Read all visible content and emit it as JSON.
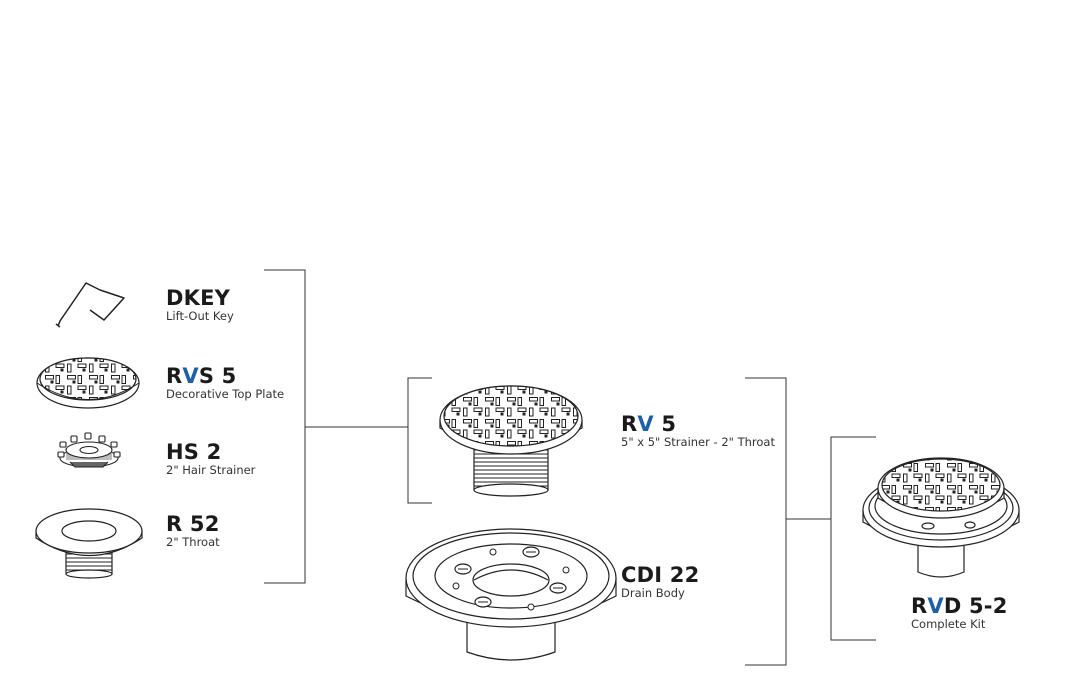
{
  "accent_color": "#1f5fa8",
  "line_color": "#333333",
  "parts": [
    {
      "id": "dkey",
      "code_pre": "DKEY",
      "code_accent": "",
      "code_post": "",
      "description": "Lift-Out Key",
      "icon": "lift-out-key-icon"
    },
    {
      "id": "rvs5",
      "code_pre": "R",
      "code_accent": "V",
      "code_post": "S 5",
      "description": "Decorative Top Plate",
      "icon": "decorative-top-plate-icon"
    },
    {
      "id": "hs2",
      "code_pre": "HS 2",
      "code_accent": "",
      "code_post": "",
      "description": "2\" Hair Strainer",
      "icon": "hair-strainer-icon"
    },
    {
      "id": "r52",
      "code_pre": "R 52",
      "code_accent": "",
      "code_post": "",
      "description": "2\" Throat",
      "icon": "throat-icon"
    },
    {
      "id": "rv5",
      "code_pre": "R",
      "code_accent": "V",
      "code_post": " 5",
      "description": "5\" x 5\" Strainer - 2\" Throat",
      "icon": "strainer-assembly-icon"
    },
    {
      "id": "cdi22",
      "code_pre": "CDI 22",
      "code_accent": "",
      "code_post": "",
      "description": "Drain Body",
      "icon": "drain-body-icon"
    },
    {
      "id": "rvd52",
      "code_pre": "R",
      "code_accent": "V",
      "code_post": "D 5-2",
      "description": "Complete Kit",
      "icon": "complete-kit-icon"
    }
  ]
}
